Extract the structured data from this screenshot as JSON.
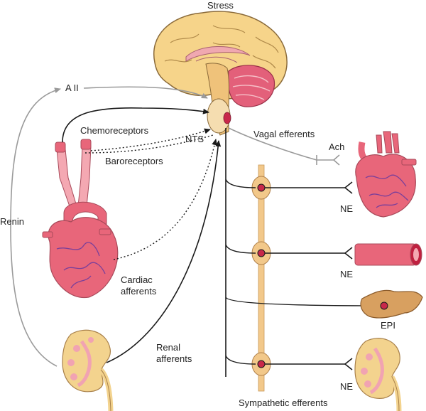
{
  "labels": {
    "stress": "Stress",
    "a2": "A II",
    "renin": "Renin",
    "chemoreceptors": "Chemoreceptors",
    "baroreceptors": "Baroreceptors",
    "nts": "NTS",
    "vagal_efferents": "Vagal efferents",
    "ach": "Ach",
    "cardiac_afferents_1": "Cardiac",
    "cardiac_afferents_2": "afferents",
    "renal_afferents_1": "Renal",
    "renal_afferents_2": "afferents",
    "ne_heart": "NE",
    "ne_vessel": "NE",
    "epi": "EPI",
    "ne_kidney": "NE",
    "sympathetic_efferents": "Sympathetic efferents"
  },
  "colors": {
    "brain": "#f6d48a",
    "brainstem": "#efc27a",
    "heart": "#e8667a",
    "heart_light": "#f4a8b2",
    "vessel_purple": "#7a3f9a",
    "kidney": "#f3d38e",
    "kidney_inner": "#f1a3b2",
    "ganglion": "#f2c88a",
    "nerve_dark": "#1a1a1a",
    "nerve_gray": "#9a9a9a"
  }
}
